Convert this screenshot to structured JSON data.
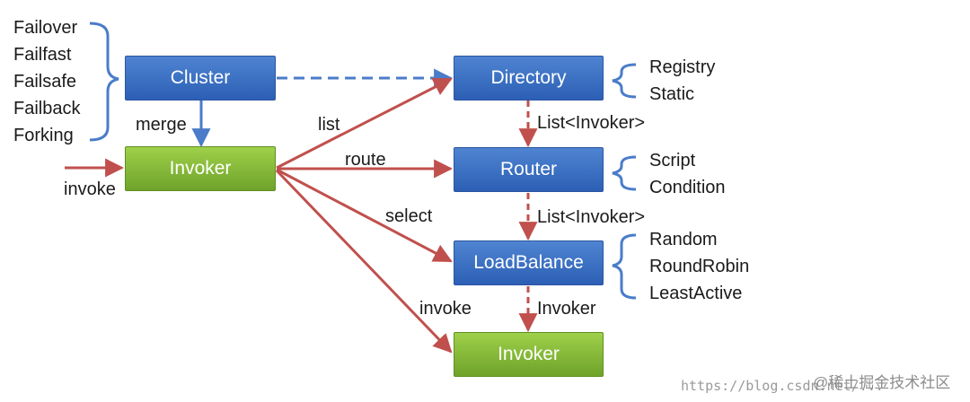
{
  "nodes": {
    "cluster": "Cluster",
    "invoker_main": "Invoker",
    "directory": "Directory",
    "router": "Router",
    "loadbalance": "LoadBalance",
    "invoker_final": "Invoker"
  },
  "lists": {
    "cluster_strategies": [
      "Failover",
      "Failfast",
      "Failsafe",
      "Failback",
      "Forking"
    ],
    "directory_types": [
      "Registry",
      "Static"
    ],
    "router_types": [
      "Script",
      "Condition"
    ],
    "loadbalance_types": [
      "Random",
      "RoundRobin",
      "LeastActive"
    ]
  },
  "edge_labels": {
    "merge": "merge",
    "invoke_in": "invoke",
    "list": "list",
    "route": "route",
    "select": "select",
    "invoke_out": "invoke",
    "dir_to_router": "List<Invoker>",
    "router_to_lb": "List<Invoker>",
    "lb_to_invoker": "Invoker"
  },
  "watermark": {
    "url": "https://blog.csdn.net/...",
    "brand": "@稀土掘金技术社区"
  },
  "colors": {
    "blue_box": "#2c5fb4",
    "green_box": "#6fa32a",
    "red_arrow": "#c0504d",
    "blue_arrow": "#4a7cc9",
    "bracket": "#4a7cc9"
  }
}
